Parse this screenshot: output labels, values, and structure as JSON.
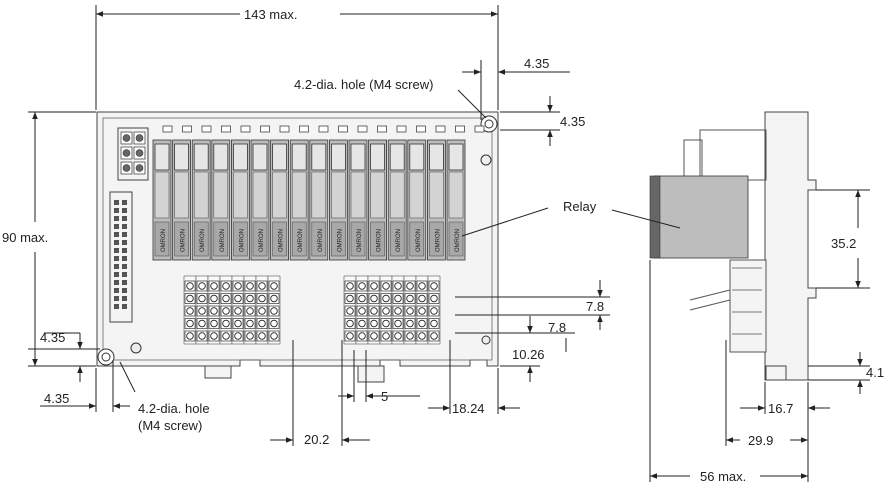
{
  "dimensions": {
    "width_overall": "143 max.",
    "height_overall": "90 max.",
    "hole_offset_x_top": "4.35",
    "hole_offset_y_top": "4.35",
    "hole_offset_y_bottom": "4.35",
    "hole_offset_x_bottom": "4.35",
    "terminal_row_pitch_1": "7.8",
    "terminal_row_pitch_2": "7.8",
    "terminal_bottom_offset": "10.26",
    "terminal_pitch": "5",
    "block_gap": "20.2",
    "right_block_offset": "18.24",
    "side_height": "35.2",
    "side_bottom_offset": "4.1",
    "side_depth_1": "16.7",
    "side_depth_2": "29.9",
    "side_depth_overall": "56 max."
  },
  "callouts": {
    "hole_top": "4.2-dia. hole (M4 screw)",
    "hole_bottom_line1": "4.2-dia. hole",
    "hole_bottom_line2": "(M4 screw)",
    "relay": "Relay"
  },
  "relay_marking": "OMRON"
}
